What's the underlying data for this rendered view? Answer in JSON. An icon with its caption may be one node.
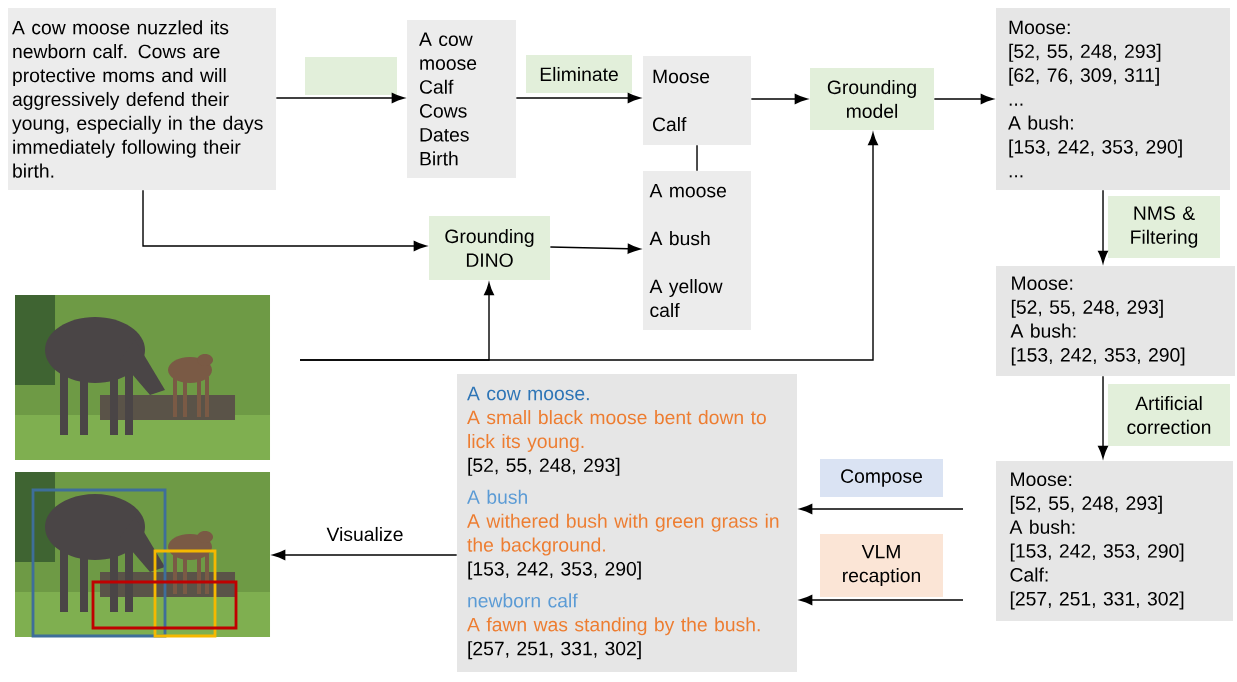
{
  "diagram": {
    "nodes": [
      {
        "text": [
          "A cow moose nuzzled its newborn calf. Cows are protective moms and will aggressively defend their young, especially in the days immediately following their birth."
        ]
      },
      {
        "text": [],
        "shape": "box"
      },
      {
        "text": [
          "A cow moose",
          "Calf",
          "Cows",
          "Dates",
          "Birth"
        ]
      },
      {
        "text": [
          "Eliminate"
        ]
      },
      {
        "text": [
          "Moose",
          "Calf"
        ]
      },
      {
        "text": [
          "Grounding model"
        ]
      },
      {
        "text": [
          "Moose:",
          "[52, 55, 248, 293]",
          "[62, 76, 309, 311]",
          "...",
          "A bush:",
          "[153, 242, 353, 290]",
          "..."
        ]
      },
      {
        "text": [
          "Grounding DINO"
        ]
      },
      {
        "text": [
          "A moose",
          "A bush",
          "A yellow calf"
        ]
      },
      {
        "text": [
          "NMS & Filtering"
        ]
      },
      {
        "text": [],
        "shape": "picture"
      },
      {
        "text": [
          "Moose:",
          "[52, 55, 248, 293]",
          "A bush:",
          "[153, 242, 353, 290]"
        ]
      },
      {
        "text": [
          "Artificial correction"
        ]
      },
      {
        "text": [
          "A cow moose.",
          "A small black moose bent down to lick its young.",
          "[52, 55, 248, 293]",
          "A bush",
          "A withered bush with green grass in the background.",
          "[153, 242, 353, 290]",
          "newborn calf",
          "A fawn was standing by the bush.",
          "[257, 251, 331, 302]"
        ]
      },
      {
        "text": [
          "Compose"
        ]
      },
      {
        "text": [
          "Moose:",
          "[52, 55, 248, 293]",
          "A bush:",
          "[153, 242, 353, 290]",
          "Calf:",
          "[257, 251, 331, 302]"
        ]
      },
      {
        "text": [
          "VLM recaption"
        ]
      },
      {
        "text": [],
        "shape": "picture"
      }
    ],
    "edges": [
      {
        "from": 0,
        "to": 2,
        "arrow": "to"
      },
      {
        "from": 2,
        "to": 4,
        "arrow": "to"
      },
      {
        "from": 4,
        "to": 5,
        "arrow": "to"
      },
      {
        "from": 5,
        "to": 6,
        "arrow": "to"
      },
      {
        "from": 4,
        "to": 8,
        "arrow": "none"
      },
      {
        "from": 0,
        "to": 7,
        "arrow": "to"
      },
      {
        "from": 7,
        "to": 8,
        "arrow": "to"
      },
      {
        "from": null,
        "to": 7,
        "arrow": "to"
      },
      {
        "from": null,
        "to": 5,
        "arrow": "to"
      },
      {
        "from": 6,
        "to": 11,
        "arrow": "to"
      },
      {
        "from": 11,
        "to": 15,
        "arrow": "to"
      },
      {
        "from": null,
        "to": 13,
        "arrow": "to"
      },
      {
        "from": null,
        "to": 13,
        "arrow": "to"
      },
      {
        "from": 13,
        "to": 17,
        "arrow": "to",
        "label": "Visualize"
      }
    ]
  }
}
